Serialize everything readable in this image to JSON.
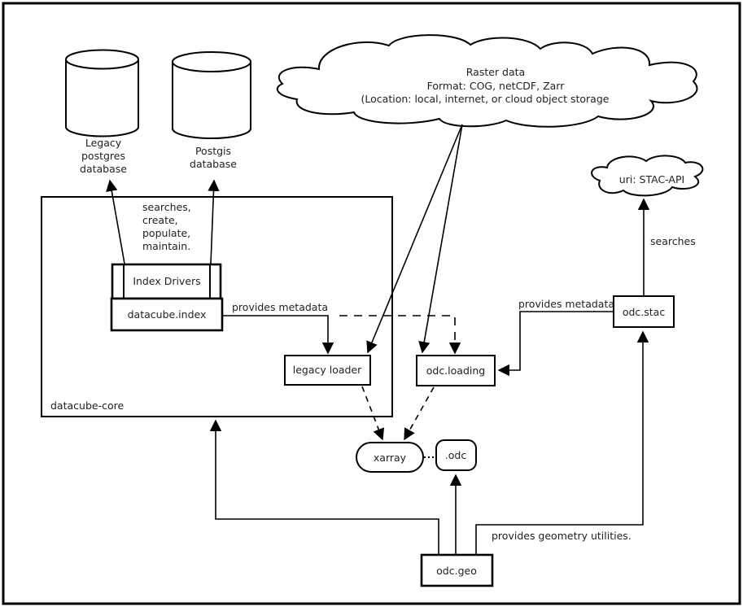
{
  "nodes": {
    "legacy_db": [
      "Legacy",
      "postgres",
      "database"
    ],
    "postgis_db": [
      "Postgis",
      "database"
    ],
    "raster_cloud": [
      "Raster data",
      "Format: COG, netCDF, Zarr",
      "(Location: local, internet, or cloud object storage"
    ],
    "stac_cloud": "uri: STAC-API",
    "core_label": "datacube-core",
    "index_drivers": "Index Drivers",
    "datacube_index": "datacube.index",
    "legacy_loader": "legacy loader",
    "odc_loading": "odc.loading",
    "odc_stac": "odc.stac",
    "odc_geo": "odc.geo",
    "xarray": "xarray",
    "odc_accessor": ".odc"
  },
  "edges": {
    "index_actions": [
      "searches,",
      "create,",
      "populate,",
      "maintain."
    ],
    "provides_metadata_core": "provides metadata",
    "provides_metadata_stac": "provides metadata",
    "stac_searches": "searches",
    "geometry_utilities": "provides geometry utilities."
  },
  "colors": {
    "core_fill": "#e4e4e4",
    "stroke": "#000000",
    "text": "#1f1f1f",
    "background": "#ffffff"
  }
}
